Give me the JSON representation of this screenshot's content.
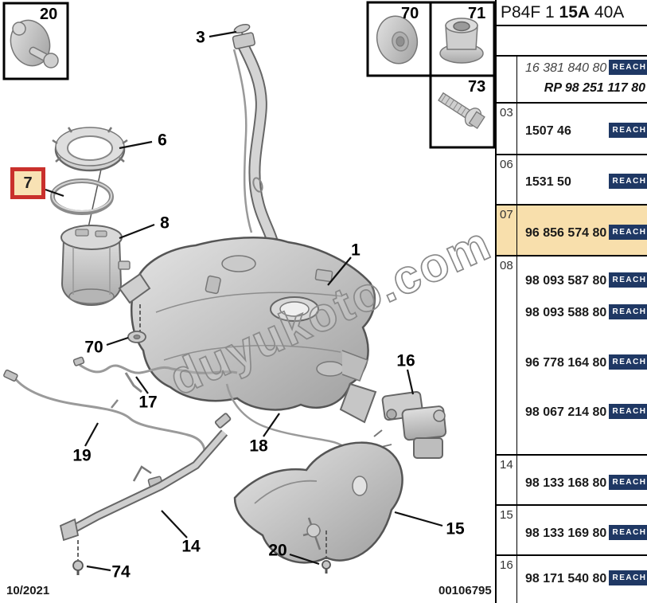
{
  "header": {
    "code_prefix": "P84F 1 ",
    "code_bold": "15A",
    "code_suffix": " 40A"
  },
  "footer": {
    "date": "10/2021",
    "doc_number": "00106795"
  },
  "watermark": "duyukoto.com",
  "reach_label": "REACH",
  "colors": {
    "highlight": "#F8DFAC",
    "reach_badge": "#1F3864",
    "callout_box_red": "#C9302C",
    "callout_box_fill": "#F8E2B4"
  },
  "insets": [
    {
      "label": "20"
    },
    {
      "label": "70"
    },
    {
      "label": "71"
    },
    {
      "label": "73"
    }
  ],
  "callouts": [
    {
      "label": "3"
    },
    {
      "label": "6"
    },
    {
      "label": "7"
    },
    {
      "label": "8"
    },
    {
      "label": "1"
    },
    {
      "label": "70"
    },
    {
      "label": "17"
    },
    {
      "label": "19"
    },
    {
      "label": "18"
    },
    {
      "label": "16"
    },
    {
      "label": "15"
    },
    {
      "label": "14"
    },
    {
      "label": "74"
    },
    {
      "label": "20"
    }
  ],
  "parts_list": {
    "rows": [
      {
        "ref": "",
        "entries": [
          {
            "number": "16 381 840 80",
            "reach": true
          },
          {
            "number": "RP 98 251 117 80",
            "reach": false
          }
        ]
      },
      {
        "ref": "03",
        "entries": [
          {
            "number": "1507 46",
            "reach": true
          }
        ]
      },
      {
        "ref": "06",
        "entries": [
          {
            "number": "1531 50",
            "reach": true
          }
        ]
      },
      {
        "ref": "07",
        "highlighted": true,
        "entries": [
          {
            "number": "96 856 574 80",
            "reach": true
          }
        ]
      },
      {
        "ref": "08",
        "entries": [
          {
            "number": "98 093 587 80",
            "reach": true
          },
          {
            "number": "98 093 588 80",
            "reach": true
          },
          {
            "number": "96 778 164 80",
            "reach": true
          },
          {
            "number": "98 067 214 80",
            "reach": true
          }
        ]
      },
      {
        "ref": "14",
        "entries": [
          {
            "number": "98 133 168 80",
            "reach": true
          }
        ]
      },
      {
        "ref": "15",
        "entries": [
          {
            "number": "98 133 169 80",
            "reach": true
          }
        ]
      },
      {
        "ref": "16",
        "entries": [
          {
            "number": "98 171 540 80",
            "reach": true
          }
        ]
      }
    ]
  }
}
